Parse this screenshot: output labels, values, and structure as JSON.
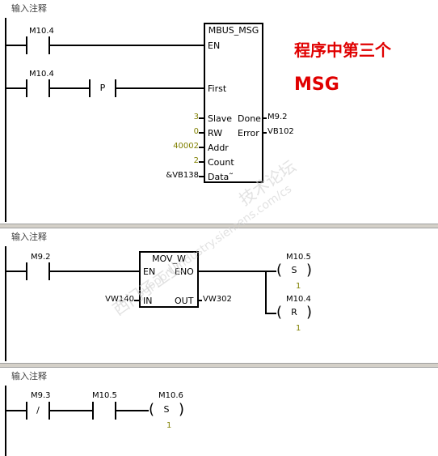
{
  "network_comment": "输入注释",
  "network1": {
    "contact_en_addr": "M10.4",
    "contact_first_addr": "M10.4",
    "p_label": "P",
    "box": {
      "title": "MBUS_MSG",
      "pin_en": "EN",
      "pin_first": "First",
      "pin_slave": "Slave",
      "pin_rw": "RW",
      "pin_addr": "Addr",
      "pin_count": "Count",
      "pin_data": "Data˜",
      "pin_done": "Done",
      "pin_error": "Error"
    },
    "slave_value": "3",
    "rw_value": "0",
    "addr_value": "40002",
    "count_value": "2",
    "data_value": "&VB138",
    "done_value": "M9.2",
    "error_value": "VB102",
    "note_line1": "程序中第三个",
    "note_line2": "MSG"
  },
  "network2": {
    "contact_addr": "M9.2",
    "box": {
      "title": "MOV_W",
      "pin_en": "EN",
      "pin_eno": "ENO",
      "pin_in": "IN",
      "pin_out": "OUT"
    },
    "in_value": "VW140",
    "out_value": "VW302",
    "coil1": {
      "addr": "M10.5",
      "sym": "S",
      "n": "1"
    },
    "coil2": {
      "addr": "M10.4",
      "sym": "R",
      "n": "1"
    }
  },
  "network3": {
    "contact1_addr": "M9.3",
    "contact1_sym": "/",
    "contact2_addr": "M10.5",
    "coil": {
      "addr": "M10.6",
      "sym": "S",
      "n": "1"
    }
  },
  "watermark": {
    "line1": "西门子工业",
    "line2": "support.industry.siemens.com/cs",
    "line3": "技术论坛"
  },
  "colors": {
    "accent_note": "#e00000",
    "constant": "#808000",
    "divider": "#d4d0c8"
  }
}
